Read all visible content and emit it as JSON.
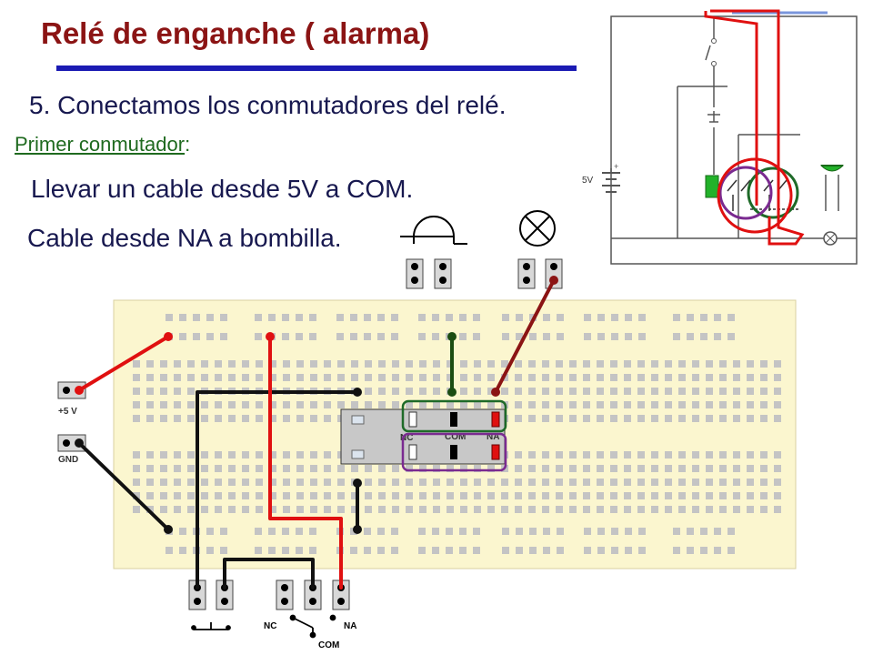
{
  "slide": {
    "title": "Relé de enganche ( alarma)",
    "step": "5. Conectamos los conmutadores del relé.",
    "subhead_main": "Primer conmutador",
    "subhead_colon": ":",
    "instruction_1": "Llevar un cable desde 5V a COM.",
    "instruction_2": "Cable desde NA a bombilla."
  },
  "schematic": {
    "battery_label": "5V"
  },
  "breadboard": {
    "power_label": "+5 V",
    "ground_label": "GND"
  },
  "relay": {
    "nc_label": "NC",
    "com_label": "COM",
    "na_label": "NA"
  },
  "switch_legend": {
    "nc_label": "NC",
    "na_label": "NA",
    "com_label": "COM"
  },
  "colors": {
    "title": "#8b1414",
    "rule": "#1a1ab3",
    "text": "#17184f",
    "subhead": "#1f6a1f",
    "board": "#fbf6cf",
    "wire_red": "#e01010",
    "wire_black": "#111111",
    "wire_green": "#1b4d12",
    "wire_darkred": "#8b1414",
    "highlight_purple": "#7a2a90",
    "highlight_green": "#1e6a28"
  }
}
